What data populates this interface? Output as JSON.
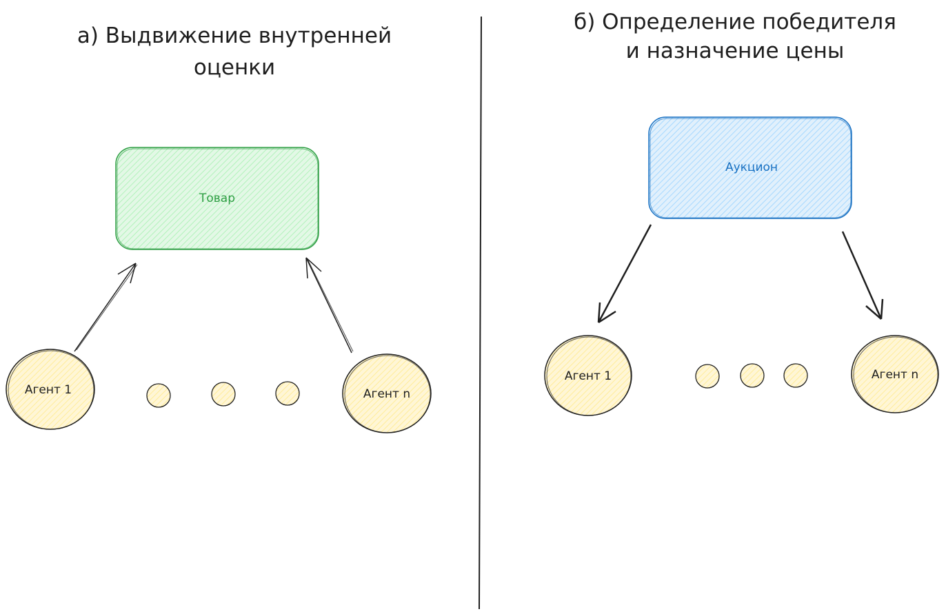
{
  "panel_a": {
    "title_line1": "а) Выдвижение внутренней",
    "title_line2": "оценки",
    "item_label": "Товар",
    "agent_first": "Агент 1",
    "agent_last": "Агент n"
  },
  "panel_b": {
    "title_line1": "б) Определение победителя",
    "title_line2": "и назначение цены",
    "auction_label": "Аукцион",
    "agent_first": "Агент 1",
    "agent_last": "Агент n"
  },
  "colors": {
    "stroke": "#1e1e1e",
    "item_fill": "#b2f2bb",
    "item_stroke": "#2f9e44",
    "auction_fill": "#a5d8ff",
    "auction_stroke": "#1971c2",
    "agent_fill": "#ffec99",
    "agent_stroke": "#1e1e1e"
  }
}
